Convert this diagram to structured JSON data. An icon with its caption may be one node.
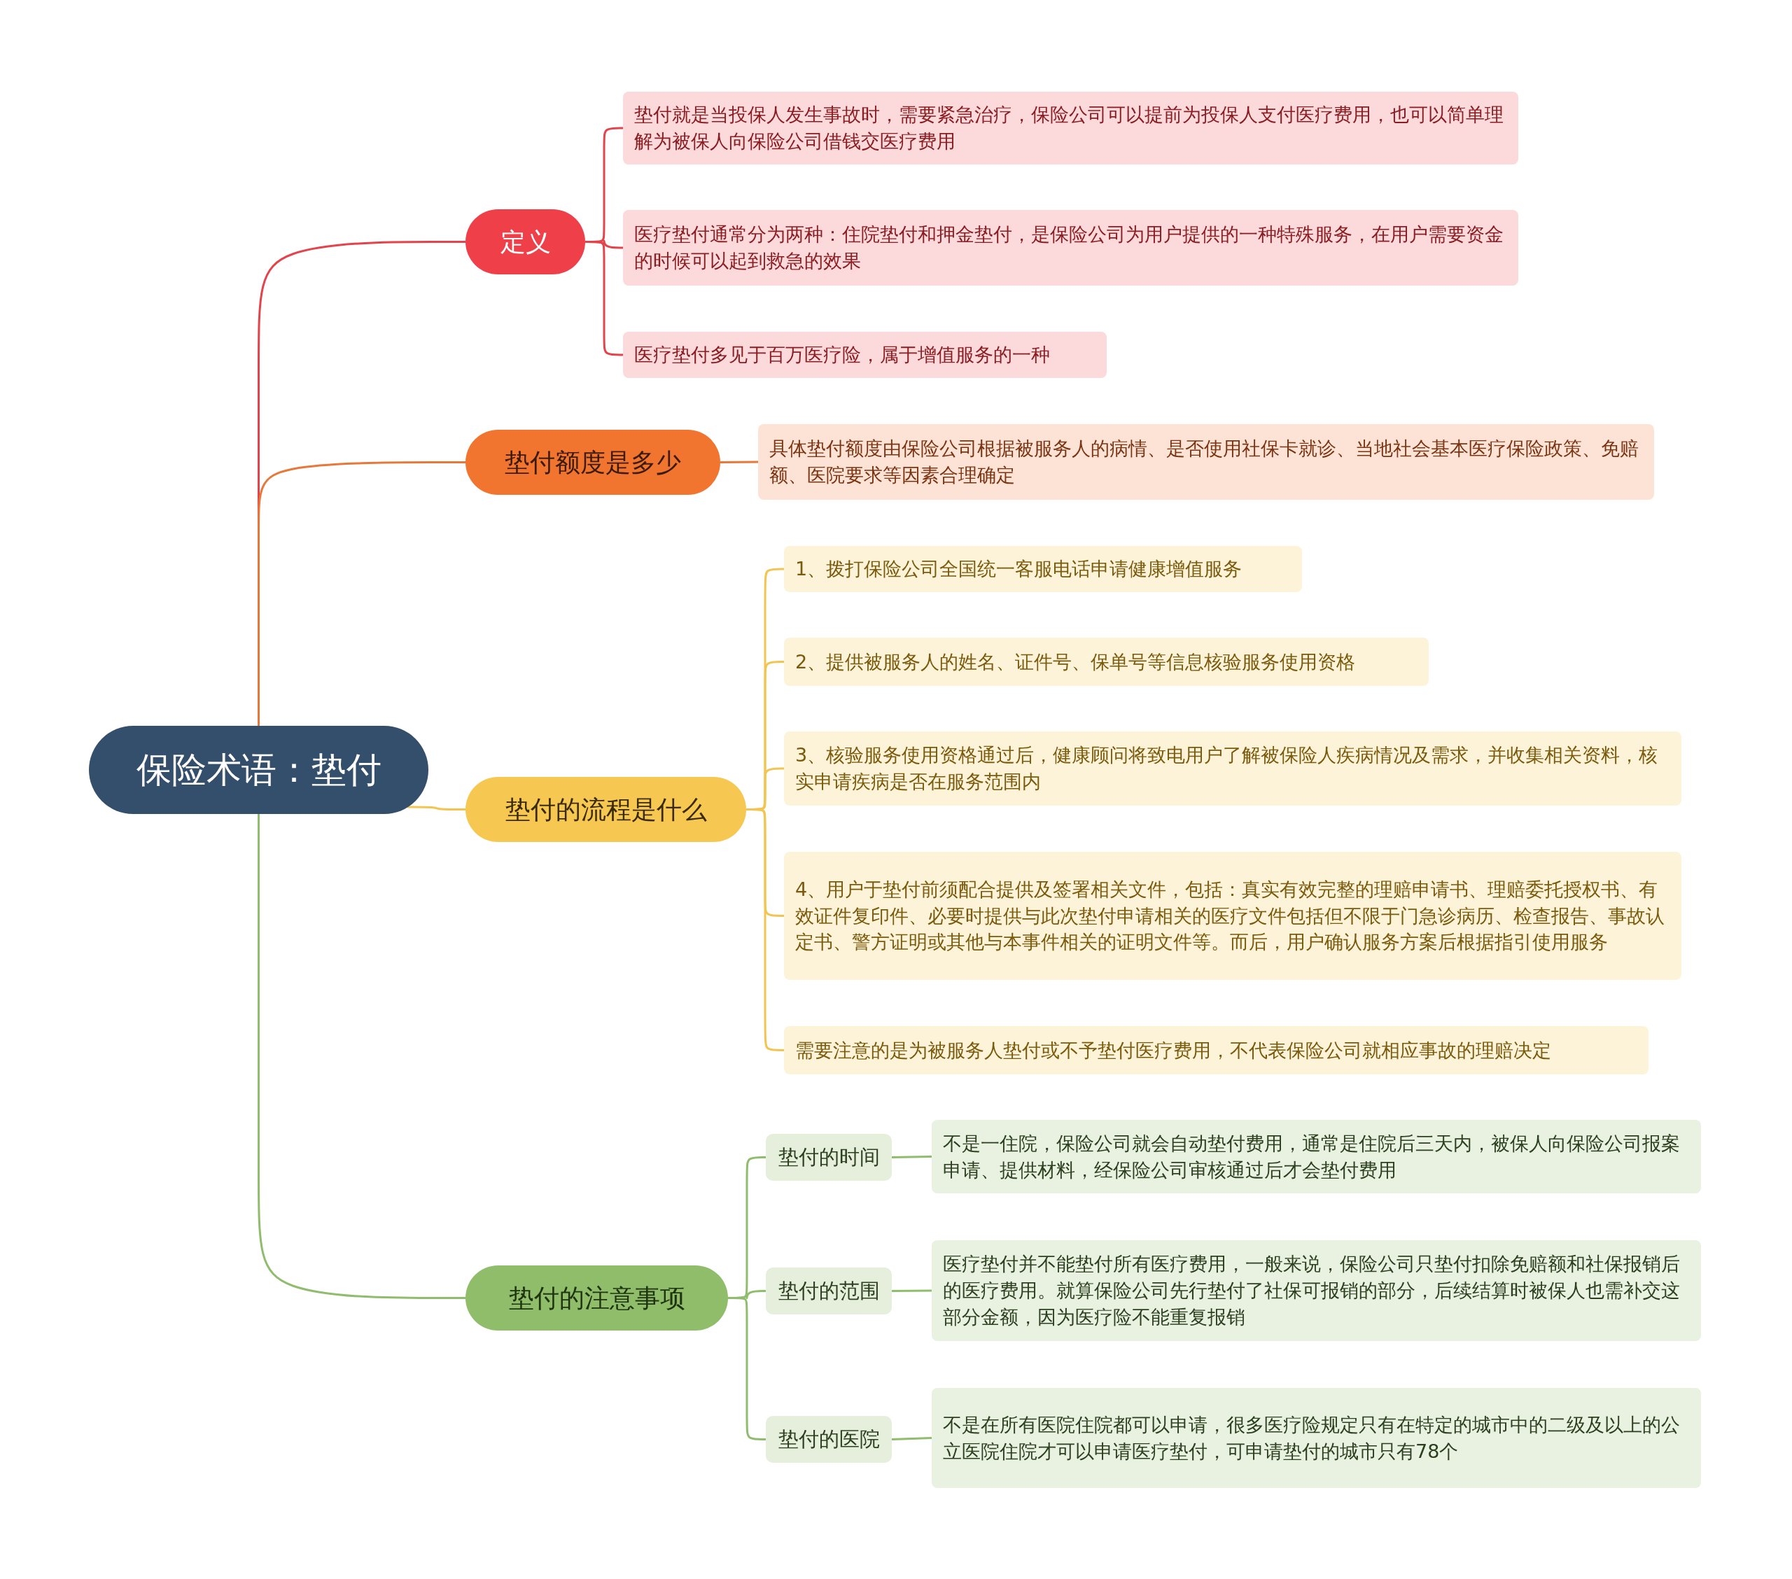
{
  "diagram": {
    "nodes": [
      {
        "text": [
          "保险术语：垫付"
        ]
      },
      {
        "text": [
          "定义"
        ]
      },
      {
        "text": [
          "垫付就是当投保人发生事故时，需要紧急治疗，保险公司可以提前为投保人支付医疗费用，也可以简单理解为被保人向保险公司借钱交医疗费用"
        ]
      },
      {
        "text": [
          "医疗垫付通常分为两种：住院垫付和押金垫付，是保险公司为用户提供的一种特殊服务，在用户需要资金的时候可以起到救急的效果"
        ]
      },
      {
        "text": [
          "医疗垫付多见于百万医疗险，属于增值服务的一种"
        ]
      },
      {
        "text": [
          "垫付额度是多少"
        ]
      },
      {
        "text": [
          "具体垫付额度由保险公司根据被服务人的病情、是否使用社保卡就诊、当地社会基本医疗保险政策、免赔额、医院要求等因素合理确定"
        ]
      },
      {
        "text": [
          "垫付的流程是什么"
        ]
      },
      {
        "text": [
          "1、拨打保险公司全国统一客服电话申请健康增值服务"
        ]
      },
      {
        "text": [
          "2、提供被服务人的姓名、证件号、保单号等信息核验服务使用资格"
        ]
      },
      {
        "text": [
          "3、核验服务使用资格通过后，健康顾问将致电用户了解被保险人疾病情况及需求，并收集相关资料，核实申请疾病是否在服务范围内"
        ]
      },
      {
        "text": [
          "4、用户于垫付前须配合提供及签署相关文件，包括：真实有效完整的理赔申请书、理赔委托授权书、有效证件复印件、必要时提供与此次垫付申请相关的医疗文件包括但不限于门急诊病历、检查报告、事故认定书、警方证明或其他与本事件相关的证明文件等。而后，用户确认服务方案后根据指引使用服务"
        ]
      },
      {
        "text": [
          "需要注意的是为被服务人垫付或不予垫付医疗费用，不代表保险公司就相应事故的理赔决定"
        ]
      },
      {
        "text": [
          "垫付的注意事项"
        ]
      },
      {
        "text": [
          "垫付的时间"
        ]
      },
      {
        "text": [
          "不是一住院，保险公司就会自动垫付费用，通常是住院后三天内，被保人向保险公司报案申请、提供材料，经保险公司审核通过后才会垫付费用"
        ]
      },
      {
        "text": [
          "垫付的范围"
        ]
      },
      {
        "text": [
          "医疗垫付并不能垫付所有医疗费用，一般来说，保险公司只垫付扣除免赔额和社保报销后的医疗费用。就算保险公司先行垫付了社保可报销的部分，后续结算时被保人也需补交这部分金额，因为医疗险不能重复报销"
        ]
      },
      {
        "text": [
          "垫付的医院"
        ]
      },
      {
        "text": [
          "不是在所有医院住院都可以申请，很多医疗险规定只有在特定的城市中的二级及以上的公立医院住院才可以申请医疗垫付，可申请垫付的城市只有78个"
        ]
      }
    ],
    "edges": [
      {
        "from": 0,
        "to": 1,
        "arrow": "none",
        "color": "#e4434b"
      },
      {
        "from": 0,
        "to": 5,
        "arrow": "none",
        "color": "#e8773a"
      },
      {
        "from": 0,
        "to": 7,
        "arrow": "none",
        "color": "#f3c550"
      },
      {
        "from": 0,
        "to": 13,
        "arrow": "none",
        "color": "#90bc6e"
      },
      {
        "from": 1,
        "to": 2,
        "arrow": "none",
        "color": "#e4434b"
      },
      {
        "from": 1,
        "to": 3,
        "arrow": "none",
        "color": "#e4434b"
      },
      {
        "from": 1,
        "to": 4,
        "arrow": "none",
        "color": "#e4434b"
      },
      {
        "from": 5,
        "to": 6,
        "arrow": "none",
        "color": "#e8773a"
      },
      {
        "from": 7,
        "to": 8,
        "arrow": "none",
        "color": "#f3c550"
      },
      {
        "from": 7,
        "to": 9,
        "arrow": "none",
        "color": "#f3c550"
      },
      {
        "from": 7,
        "to": 10,
        "arrow": "none",
        "color": "#f3c550"
      },
      {
        "from": 7,
        "to": 11,
        "arrow": "none",
        "color": "#f3c550"
      },
      {
        "from": 7,
        "to": 12,
        "arrow": "none",
        "color": "#f3c550"
      },
      {
        "from": 13,
        "to": 14,
        "arrow": "none",
        "color": "#90bc6e"
      },
      {
        "from": 13,
        "to": 16,
        "arrow": "none",
        "color": "#90bc6e"
      },
      {
        "from": 13,
        "to": 18,
        "arrow": "none",
        "color": "#90bc6e"
      },
      {
        "from": 14,
        "to": 15,
        "arrow": "none",
        "color": "#90bc6e"
      },
      {
        "from": 16,
        "to": 17,
        "arrow": "none",
        "color": "#90bc6e"
      },
      {
        "from": 18,
        "to": 19,
        "arrow": "none",
        "color": "#90bc6e"
      }
    ]
  }
}
